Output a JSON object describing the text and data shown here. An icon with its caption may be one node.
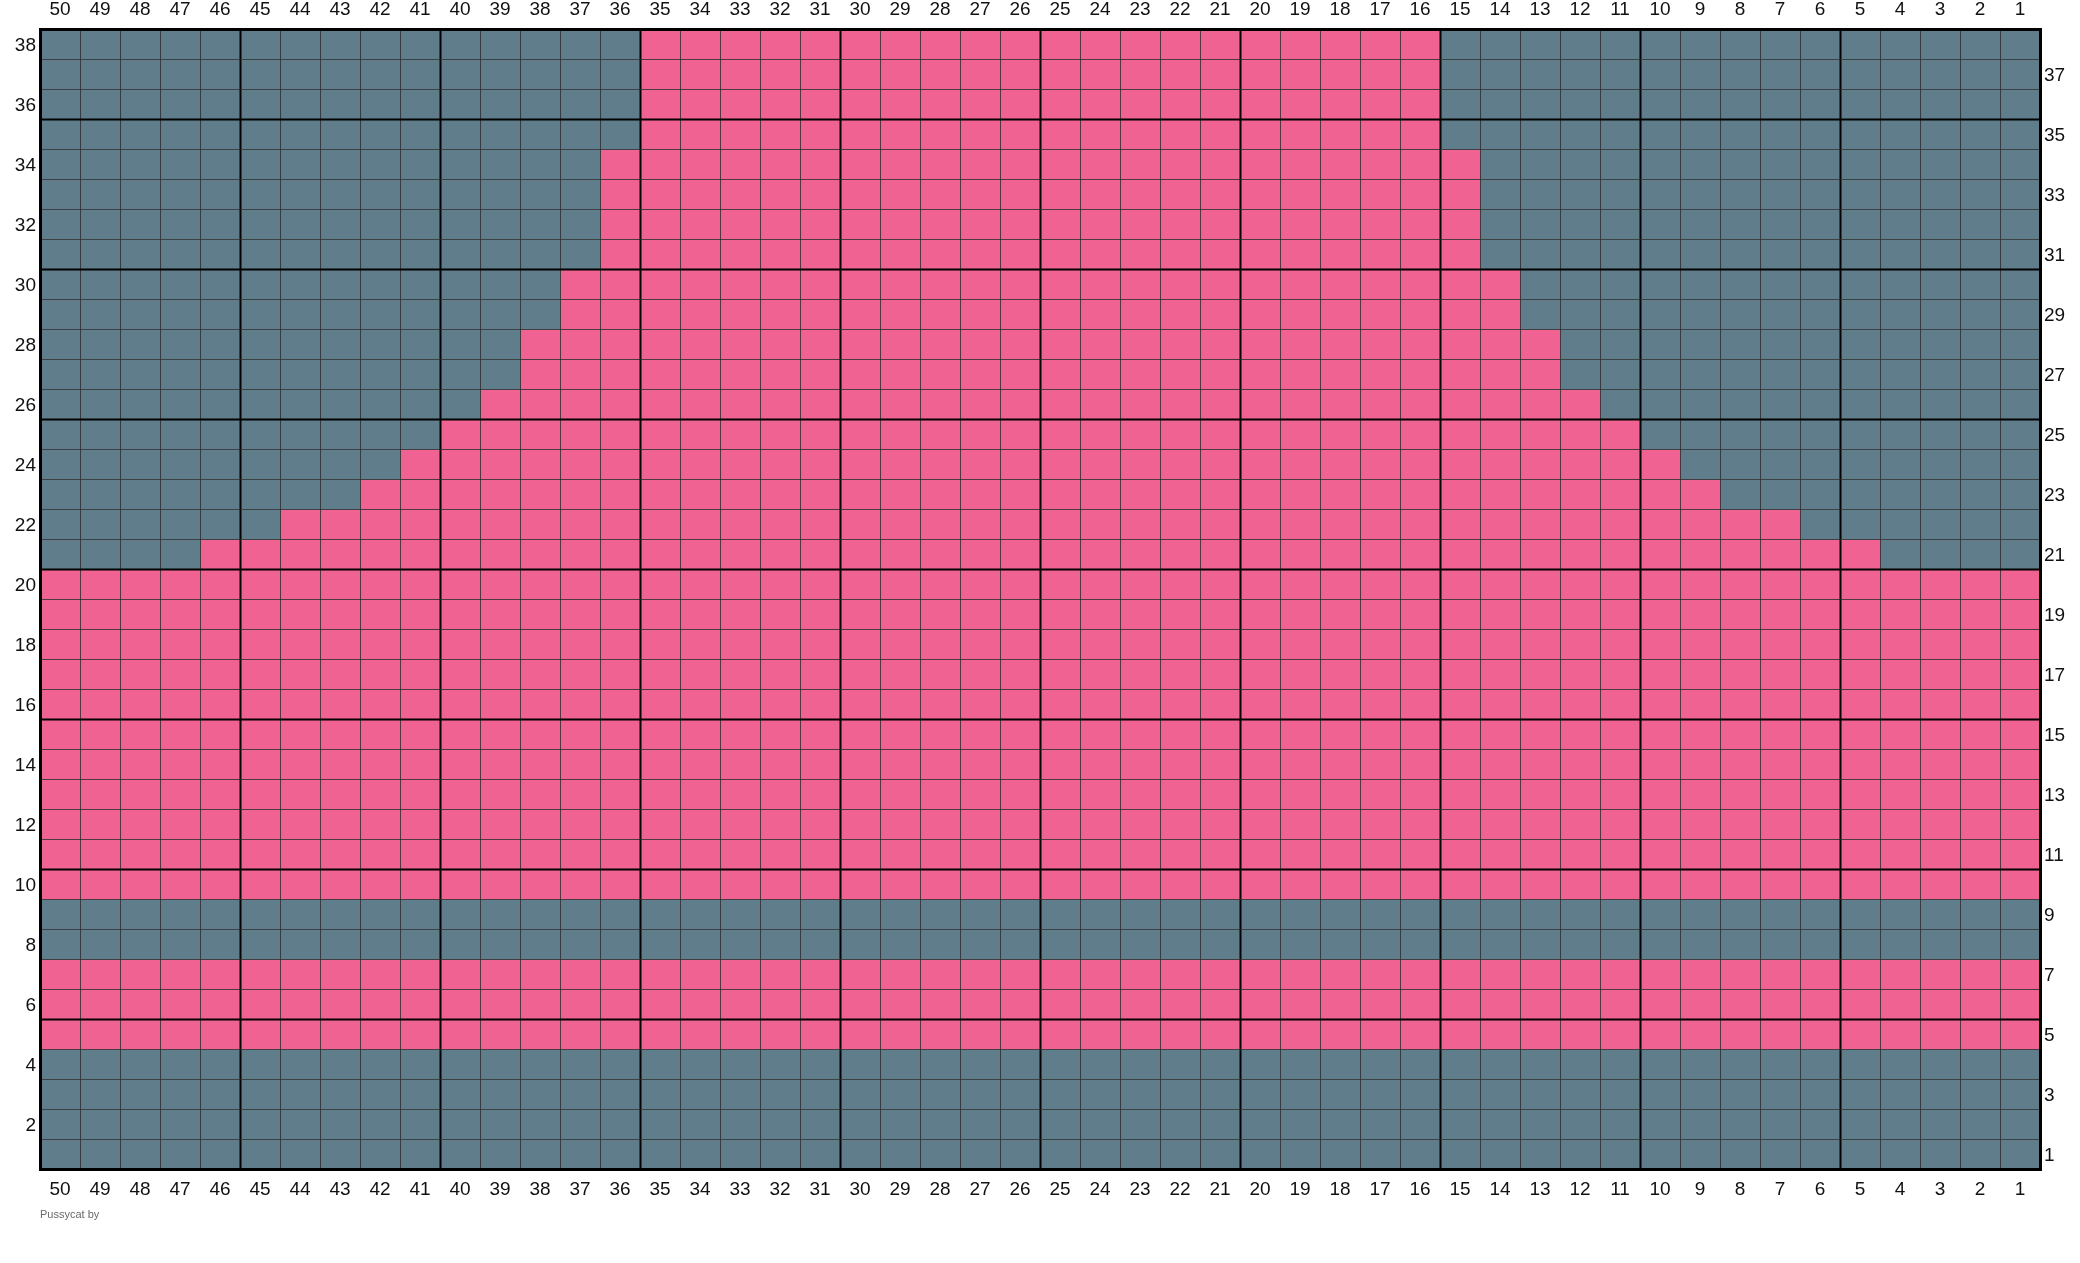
{
  "diagram": {
    "caption": "Pussycat by",
    "labels": [
      "50",
      "49",
      "48",
      "47",
      "46",
      "45",
      "44",
      "43",
      "42",
      "41",
      "40",
      "39",
      "38",
      "37",
      "36",
      "35",
      "34",
      "33",
      "32",
      "31",
      "30",
      "29",
      "28",
      "27",
      "26",
      "25",
      "24",
      "23",
      "22",
      "21",
      "20",
      "19",
      "18",
      "17",
      "16",
      "15",
      "14",
      "13",
      "12",
      "11",
      "10",
      "9",
      "8",
      "7",
      "6",
      "5",
      "4",
      "3",
      "2",
      "1",
      "38",
      "37",
      "36",
      "35",
      "34",
      "33",
      "32",
      "31",
      "30",
      "29",
      "28",
      "27",
      "26",
      "25",
      "24",
      "23",
      "22",
      "21",
      "20",
      "19",
      "18",
      "17",
      "16",
      "15",
      "14",
      "13",
      "12",
      "11",
      "10",
      "9",
      "8",
      "7",
      "6",
      "5",
      "4",
      "3",
      "2",
      "1",
      "50",
      "49",
      "48",
      "47",
      "46",
      "45",
      "44",
      "43",
      "42",
      "41",
      "40",
      "39",
      "38",
      "37",
      "36",
      "35",
      "34",
      "33",
      "32",
      "31",
      "30",
      "29",
      "28",
      "27",
      "26",
      "25",
      "24",
      "23",
      "22",
      "21",
      "20",
      "19",
      "18",
      "17",
      "16",
      "15",
      "14",
      "13",
      "12",
      "11",
      "10",
      "9",
      "8",
      "7",
      "6",
      "5",
      "4",
      "3",
      "2",
      "1"
    ]
  }
}
